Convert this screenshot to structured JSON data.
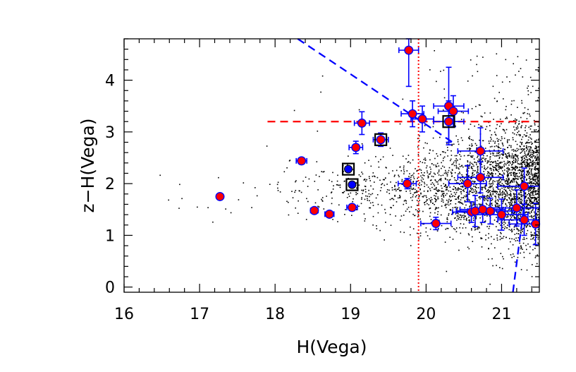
{
  "chart_data": {
    "type": "scatter",
    "xlabel": "H(Vega)",
    "ylabel": "z−H(Vega)",
    "xlim": [
      16,
      21.5
    ],
    "ylim": [
      -0.1,
      4.8
    ],
    "x_ticks": [
      16,
      17,
      18,
      19,
      20,
      21
    ],
    "x_tick_labels": [
      "16",
      "17",
      "18",
      "19",
      "20",
      "21"
    ],
    "y_ticks": [
      0,
      1,
      2,
      3,
      4
    ],
    "y_tick_labels": [
      "0",
      "1",
      "2",
      "3",
      "4"
    ],
    "grid": false,
    "colors": {
      "field": "#000000",
      "candidate_fill": "#ff0000",
      "errorbar": "#0000ff",
      "selection_hline": "#ff0000",
      "selection_vline": "#ff0000",
      "diagonal": "#0000ff",
      "blue_dot": "#0000ff"
    },
    "reference_lines": {
      "horizontal_dashed_y": 3.2,
      "horizontal_dashed_xrange": [
        17.9,
        21.5
      ],
      "vertical_dotted_x": 19.9,
      "diagonal_dashed": [
        [
          18.3,
          4.8
        ],
        [
          20.35,
          2.8
        ]
      ],
      "vertical_dashed": [
        [
          21.15,
          -0.1
        ],
        [
          21.3,
          1.6
        ]
      ]
    },
    "field_density": {
      "count": 3000,
      "seed": 7,
      "model": "power-law magnitude distribution, color centered near 1.9"
    },
    "series": [
      {
        "points": [
          {
            "x": 17.27,
            "y": 1.75,
            "xerr": 0.03,
            "yerr": 0.04
          },
          {
            "x": 18.35,
            "y": 2.44,
            "xerr": 0.07,
            "yerr": 0.06
          },
          {
            "x": 18.52,
            "y": 1.48,
            "xerr": 0.05,
            "yerr": 0.05
          },
          {
            "x": 18.72,
            "y": 1.41,
            "xerr": 0.06,
            "yerr": 0.05
          },
          {
            "x": 19.02,
            "y": 1.54,
            "xerr": 0.07,
            "yerr": 0.06
          },
          {
            "x": 19.07,
            "y": 2.7,
            "xerr": 0.09,
            "yerr": 0.12
          },
          {
            "x": 19.15,
            "y": 3.17,
            "xerr": 0.1,
            "yerr": 0.22
          },
          {
            "x": 19.4,
            "y": 2.85,
            "xerr": 0.1,
            "yerr": 0.13
          },
          {
            "x": 19.77,
            "y": 4.58,
            "xerr": 0.13,
            "yerr": 0.7
          },
          {
            "x": 19.82,
            "y": 3.35,
            "xerr": 0.15,
            "yerr": 0.25
          },
          {
            "x": 19.75,
            "y": 2.0,
            "xerr": 0.12,
            "yerr": 0.1
          },
          {
            "x": 19.95,
            "y": 3.25,
            "xerr": 0.15,
            "yerr": 0.25
          },
          {
            "x": 20.13,
            "y": 1.23,
            "xerr": 0.2,
            "yerr": 0.12
          },
          {
            "x": 20.3,
            "y": 3.5,
            "xerr": 0.2,
            "yerr": 0.75
          },
          {
            "x": 20.3,
            "y": 3.2,
            "xerr": 0.2,
            "yerr": 0.4
          },
          {
            "x": 20.36,
            "y": 3.4,
            "xerr": 0.2,
            "yerr": 0.3
          },
          {
            "x": 20.55,
            "y": 2.0,
            "xerr": 0.25,
            "yerr": 0.35
          },
          {
            "x": 20.6,
            "y": 1.45,
            "xerr": 0.25,
            "yerr": 0.2
          },
          {
            "x": 20.65,
            "y": 1.47,
            "xerr": 0.25,
            "yerr": 0.3
          },
          {
            "x": 20.72,
            "y": 2.63,
            "xerr": 0.3,
            "yerr": 0.45
          },
          {
            "x": 20.72,
            "y": 2.12,
            "xerr": 0.3,
            "yerr": 0.3
          },
          {
            "x": 20.75,
            "y": 1.5,
            "xerr": 0.3,
            "yerr": 0.25
          },
          {
            "x": 20.85,
            "y": 1.47,
            "xerr": 0.3,
            "yerr": 0.25
          },
          {
            "x": 21.0,
            "y": 1.4,
            "xerr": 0.35,
            "yerr": 0.3
          },
          {
            "x": 21.2,
            "y": 1.53,
            "xerr": 0.35,
            "yerr": 0.35
          },
          {
            "x": 21.3,
            "y": 1.95,
            "xerr": 0.35,
            "yerr": 0.35
          },
          {
            "x": 21.3,
            "y": 1.3,
            "xerr": 0.35,
            "yerr": 0.3
          },
          {
            "x": 21.45,
            "y": 1.22,
            "xerr": 0.35,
            "yerr": 0.4
          }
        ]
      },
      {
        "points": [
          {
            "x": 19.4,
            "y": 2.85
          },
          {
            "x": 18.97,
            "y": 2.28
          },
          {
            "x": 19.02,
            "y": 1.98
          },
          {
            "x": 20.3,
            "y": 3.2
          }
        ]
      },
      {
        "points": [
          {
            "x": 18.97,
            "y": 2.28
          },
          {
            "x": 19.02,
            "y": 1.98
          }
        ]
      }
    ]
  }
}
